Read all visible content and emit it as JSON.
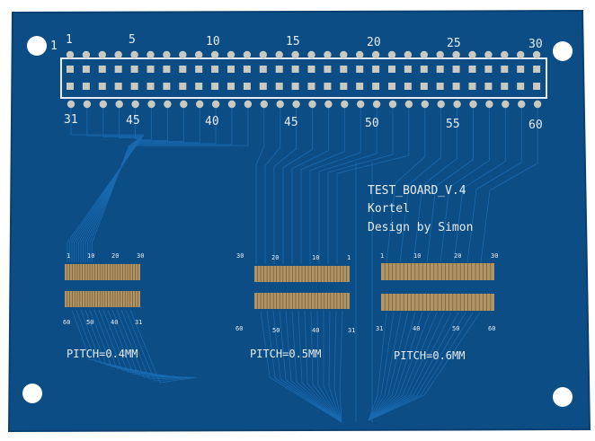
{
  "colors": {
    "board": "#0c4d86",
    "board_edge": "#0a3f70",
    "trace": "#1a6ab0",
    "silk": "#e6ecf2",
    "pad": "#c9c9c0",
    "gold": "#b09463",
    "hole": "#ffffff"
  },
  "header": {
    "top_numbers": [
      "1",
      "5",
      "10",
      "15",
      "20",
      "25",
      "30"
    ],
    "bottom_numbers": [
      "31",
      "45",
      "40",
      "45",
      "50",
      "55",
      "60"
    ],
    "corner_label": "1"
  },
  "board_text": {
    "line1": "TEST_BOARD_V.4",
    "line2": "Kortel",
    "line3": "Design by Simon"
  },
  "footprints": [
    {
      "pitch_label": "PITCH=0.4MM",
      "top_numbers": [
        "1",
        "10",
        "20",
        "30"
      ],
      "bottom_numbers": [
        "60",
        "50",
        "40",
        "31"
      ]
    },
    {
      "pitch_label": "PITCH=0.5MM",
      "top_numbers": [
        "30",
        "20",
        "10",
        "1"
      ],
      "bottom_numbers": [
        "60",
        "50",
        "40",
        "31"
      ]
    },
    {
      "pitch_label": "PITCH=0.6MM",
      "top_numbers": [
        "1",
        "10",
        "20",
        "30"
      ],
      "bottom_numbers": [
        "31",
        "40",
        "50",
        "60"
      ]
    }
  ]
}
